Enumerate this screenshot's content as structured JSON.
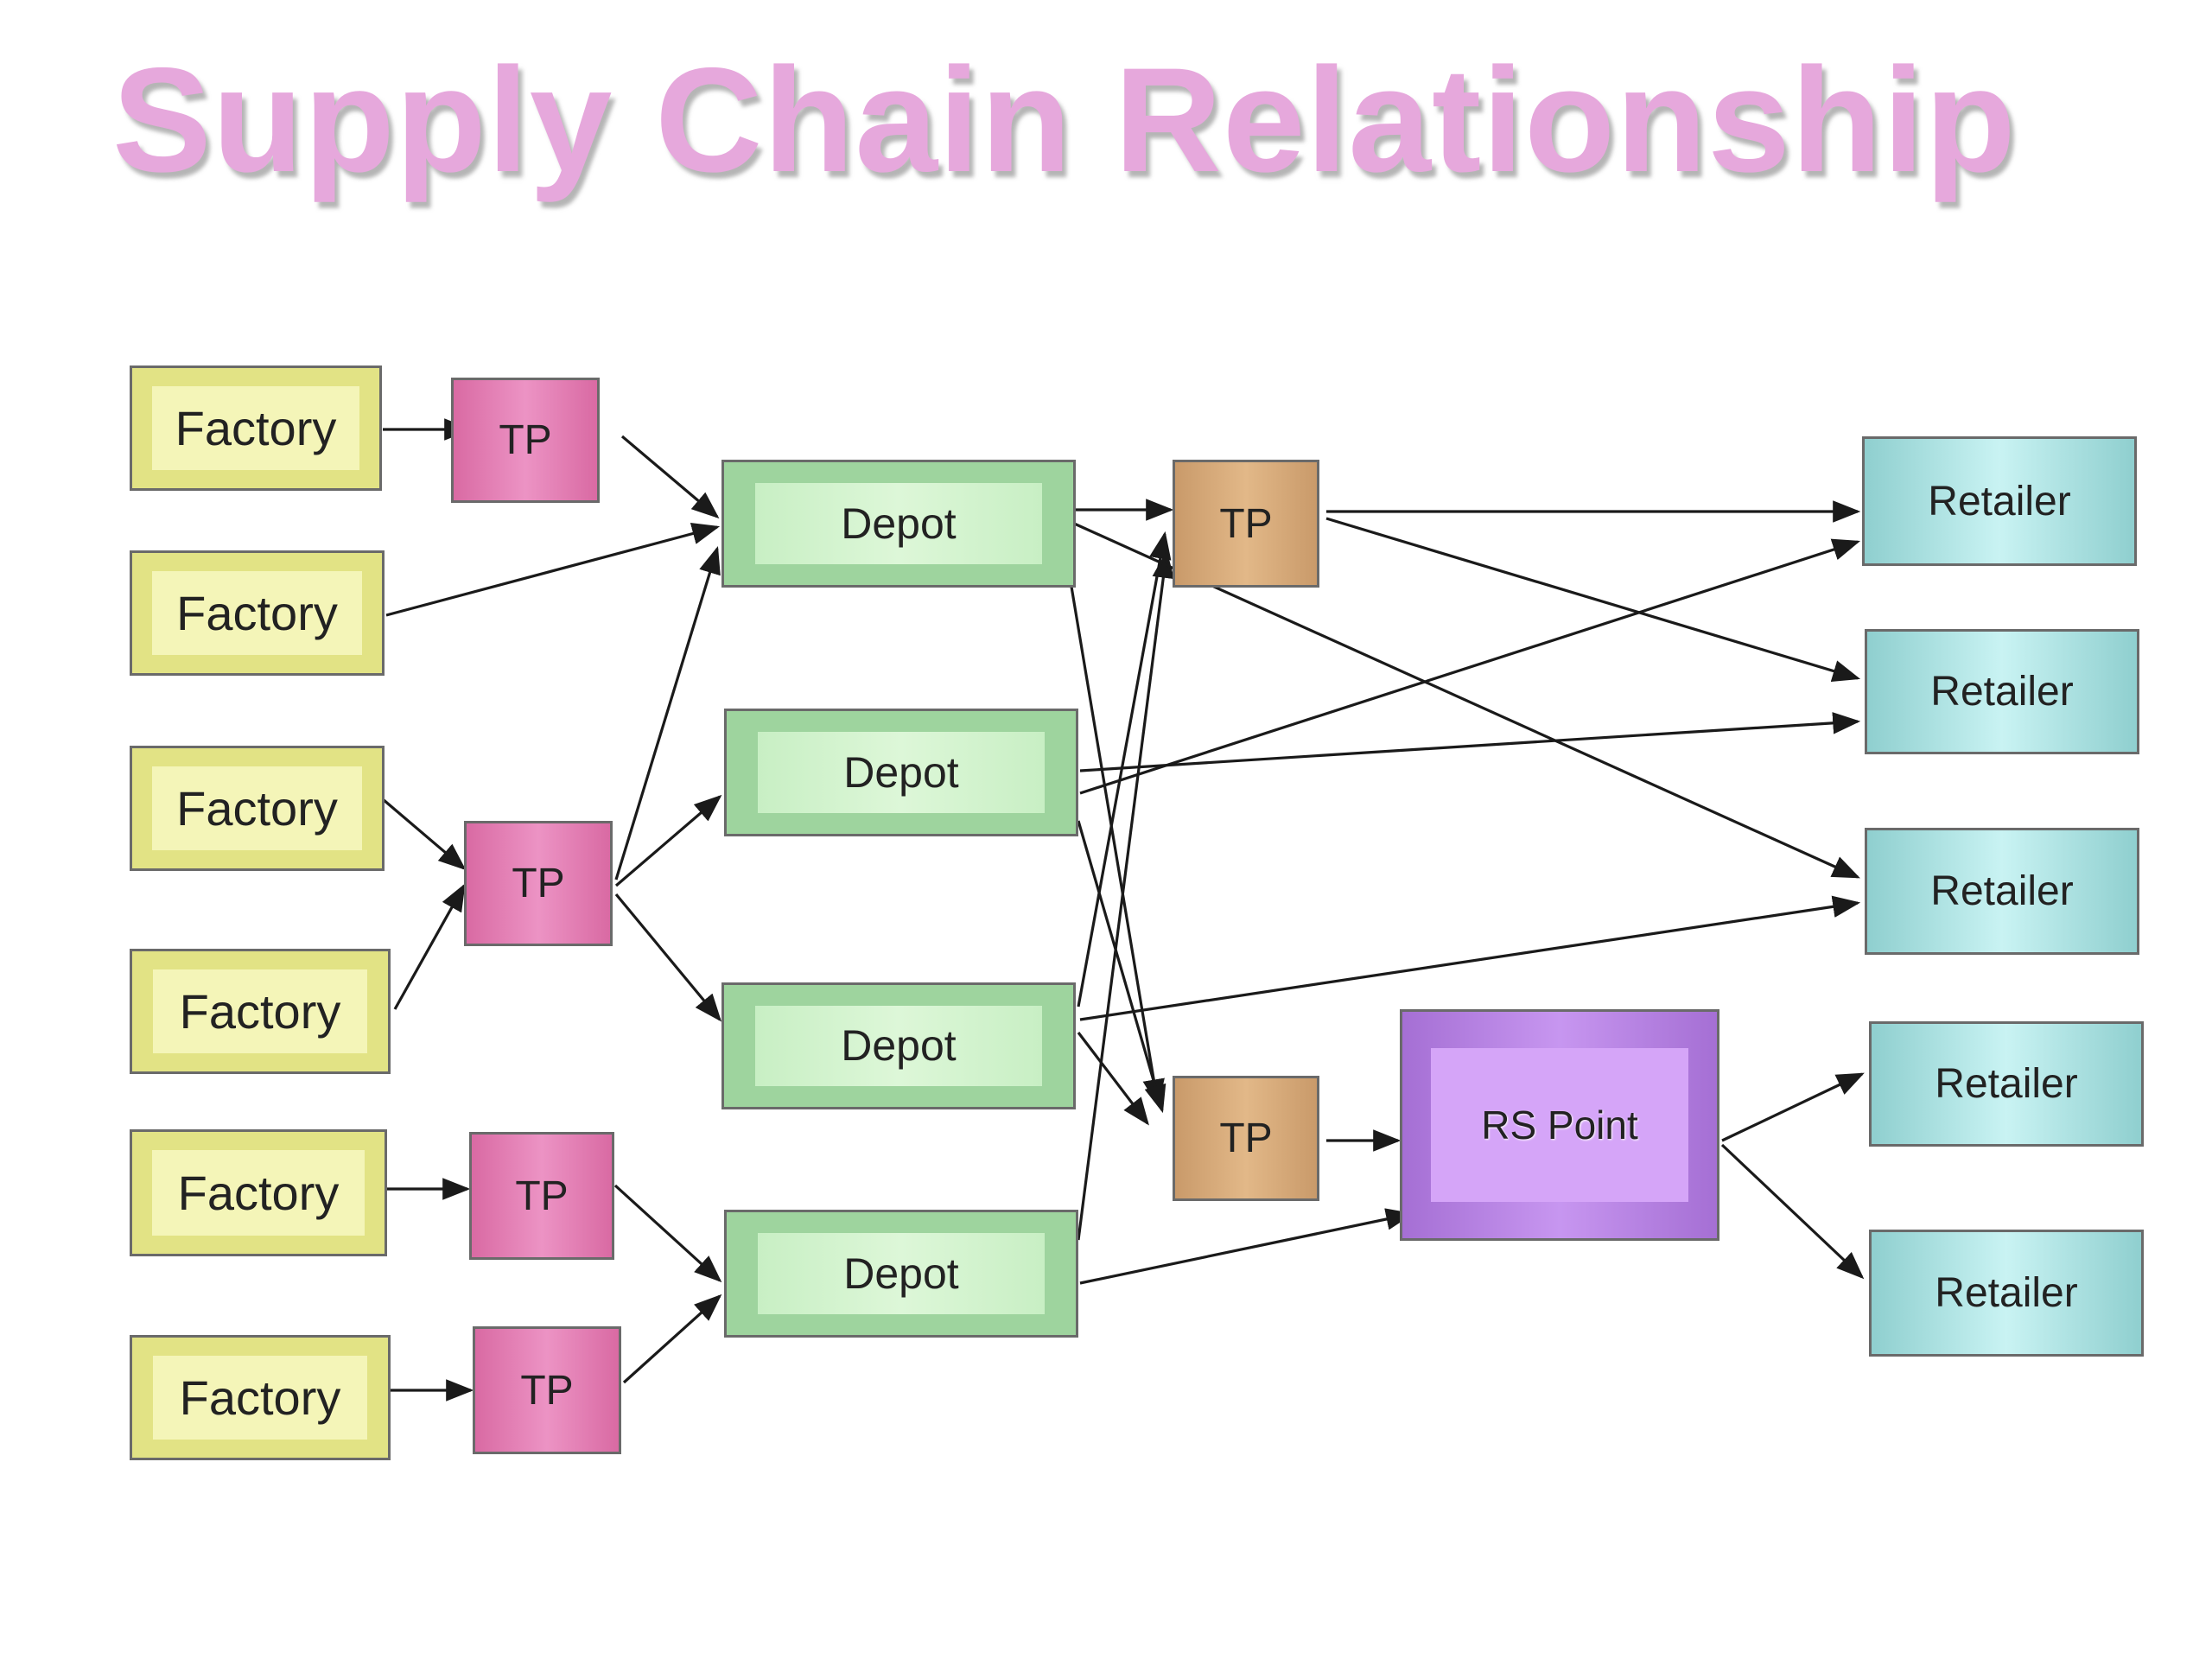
{
  "title": "Supply Chain Relationship",
  "nodes": {
    "factories": [
      "Factory",
      "Factory",
      "Factory",
      "Factory",
      "Factory",
      "Factory"
    ],
    "tp_left": [
      "TP",
      "TP",
      "TP",
      "TP"
    ],
    "depots": [
      "Depot",
      "Depot",
      "Depot",
      "Depot"
    ],
    "tp_mid": [
      "TP",
      "TP"
    ],
    "rs_point": "RS Point",
    "retailers": [
      "Retailer",
      "Retailer",
      "Retailer",
      "Retailer",
      "Retailer"
    ]
  },
  "colors": {
    "title": "#e6a8dc",
    "factory": "#f4f5b8",
    "tp_left": "#ec93c4",
    "depot": "#ddf7d8",
    "tp_mid": "#e2b888",
    "rs_point": "#c796f0",
    "retailer": "#c9f3f3",
    "arrow": "#1a1a1a"
  }
}
